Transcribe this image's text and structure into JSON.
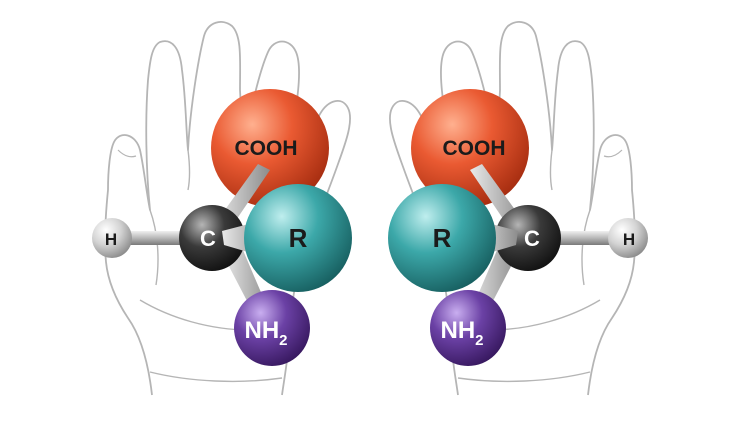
{
  "molecules": [
    {
      "side": "left",
      "atoms": {
        "cooh": {
          "label": "COOH",
          "color": "#e8552f"
        },
        "r": {
          "label": "R",
          "color": "#3aa6a7"
        },
        "c": {
          "label": "C",
          "color": "#333333"
        },
        "h": {
          "label": "H",
          "color": "#cfcfcf"
        },
        "nh2": {
          "label": "NH",
          "sub": "2",
          "color": "#6a3fa2"
        }
      }
    },
    {
      "side": "right",
      "atoms": {
        "cooh": {
          "label": "COOH",
          "color": "#e8552f"
        },
        "r": {
          "label": "R",
          "color": "#3aa6a7"
        },
        "c": {
          "label": "C",
          "color": "#333333"
        },
        "h": {
          "label": "H",
          "color": "#cfcfcf"
        },
        "nh2": {
          "label": "NH",
          "sub": "2",
          "color": "#6a3fa2"
        }
      }
    }
  ],
  "hand_outline_color": "#b5b5b5"
}
